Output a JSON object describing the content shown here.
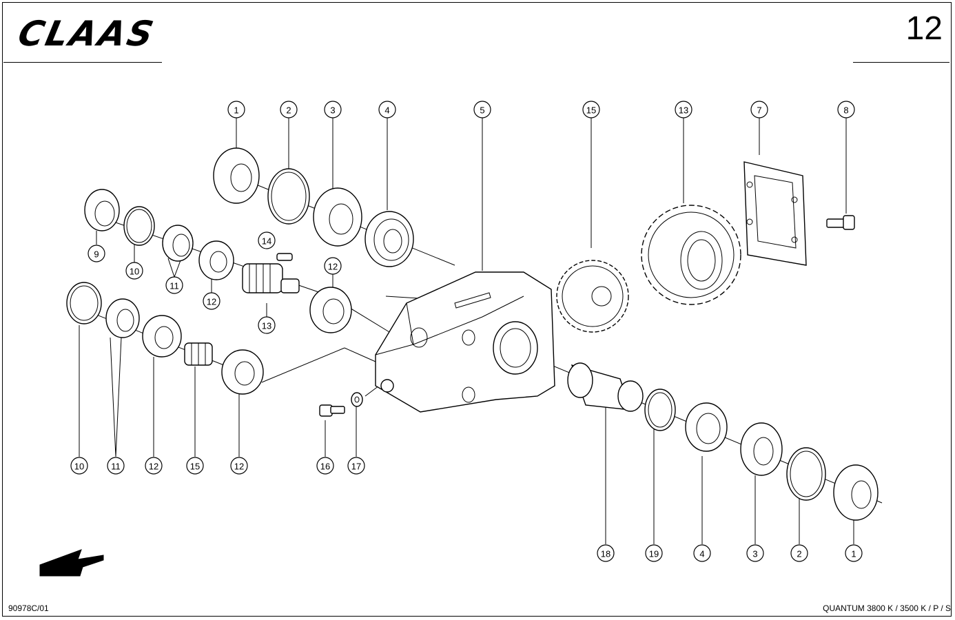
{
  "header": {
    "logo_text": "CLAAS",
    "page_number": "12"
  },
  "footer": {
    "document_id": "90978C/01",
    "model": "QUANTUM 3800 K / 3500 K / P / S"
  },
  "callouts": [
    "1",
    "2",
    "3",
    "4",
    "5",
    "15",
    "13",
    "7",
    "8",
    "9",
    "10",
    "11",
    "12",
    "14",
    "13",
    "12",
    "10",
    "11",
    "12",
    "15",
    "12",
    "16",
    "17",
    "18",
    "19",
    "4",
    "3",
    "2",
    "1"
  ],
  "icons": {
    "direction_arrow": "arrow-down-left-icon"
  }
}
